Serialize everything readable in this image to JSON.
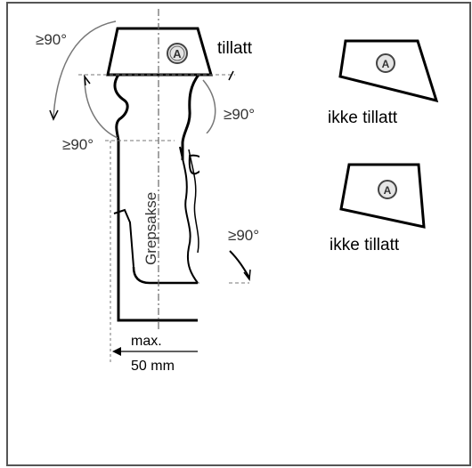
{
  "handle_diagram": {
    "angle_labels": {
      "top_left": "≥90°",
      "right_of_top": "≥90°",
      "left_of_shaft": "≥90°",
      "right_lower": "≥90°"
    },
    "axis_label": "Grepsakse",
    "dimension": {
      "line1": "max.",
      "line2": "50 mm"
    },
    "top_emblem_glyph": "A"
  },
  "variants": [
    {
      "caption": "tillatt",
      "glyph": "A"
    },
    {
      "caption": "ikke tillatt",
      "glyph": "A"
    },
    {
      "caption": "ikke tillatt",
      "glyph": "A"
    }
  ],
  "colors": {
    "stroke": "#000000",
    "frame": "#555555",
    "gray_line": "#888888",
    "emblem_fill": "#dddddd"
  }
}
